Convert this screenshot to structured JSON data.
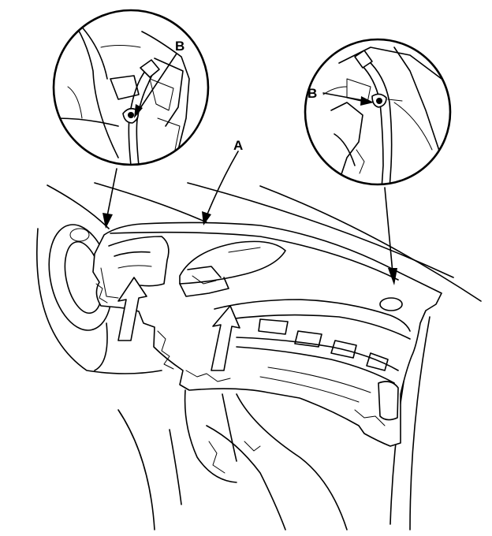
{
  "labels": {
    "dashboard": "A",
    "left_clip": "B",
    "right_clip": "B"
  }
}
